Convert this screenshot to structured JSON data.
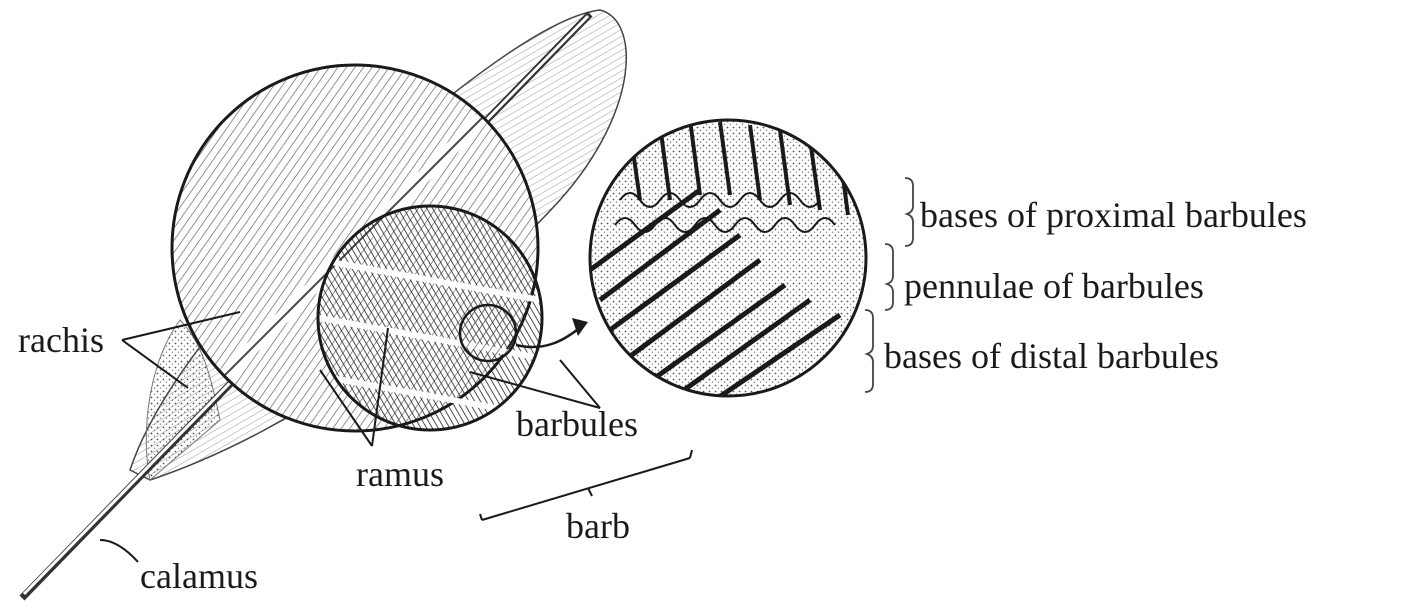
{
  "labels": {
    "rachis": "rachis",
    "ramus": "ramus",
    "barbules": "barbules",
    "barb": "barb",
    "calamus": "calamus",
    "bases_proximal": "bases of proximal barbules",
    "pennulae": "pennulae of barbules",
    "bases_distal": "bases of distal barbules"
  },
  "colors": {
    "ink": "#1a1a1a",
    "paper": "#ffffff",
    "feather_shade": "#9a9a9a"
  }
}
